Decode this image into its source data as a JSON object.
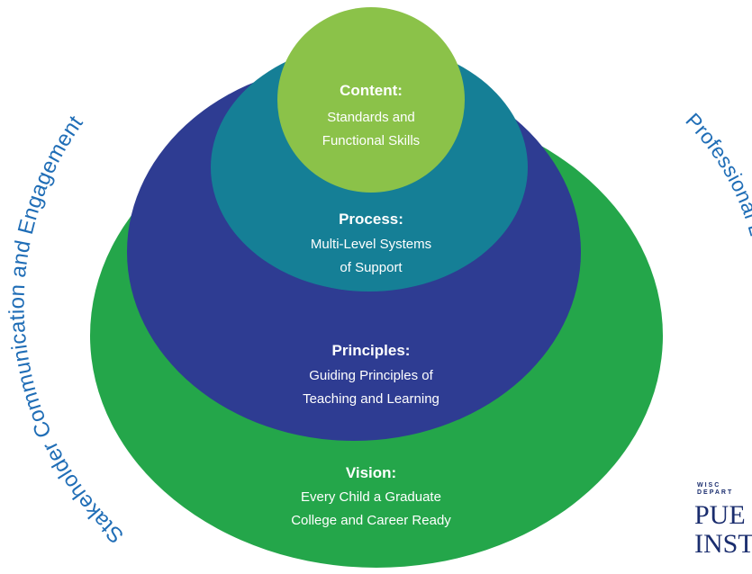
{
  "colors": {
    "vision_fill": "#24a64a",
    "principles_fill": "#2e3c92",
    "process_fill": "#157f96",
    "content_fill": "#8bc249",
    "arc_text": "#1f6db6",
    "logo_text": "#1a2d6e"
  },
  "diagram": {
    "content": {
      "title": "Content:",
      "lines": [
        "Standards and",
        "Functional Skills"
      ]
    },
    "process": {
      "title": "Process:",
      "lines": [
        "Multi-Level Systems",
        "of Support"
      ]
    },
    "principles": {
      "title": "Principles:",
      "lines": [
        "Guiding Principles of",
        "Teaching and Learning"
      ]
    },
    "vision": {
      "title": "Vision:",
      "lines": [
        "Every Child a Graduate",
        "College and Career Ready"
      ]
    },
    "left_arc_text": "Stakeholder Communication and Engagement",
    "right_arc_text": "Professional Learning"
  },
  "logo": {
    "small_line_1": "WISC",
    "small_line_2": "DEPART",
    "big_line_1": "PUE",
    "big_line_2": "INST"
  }
}
